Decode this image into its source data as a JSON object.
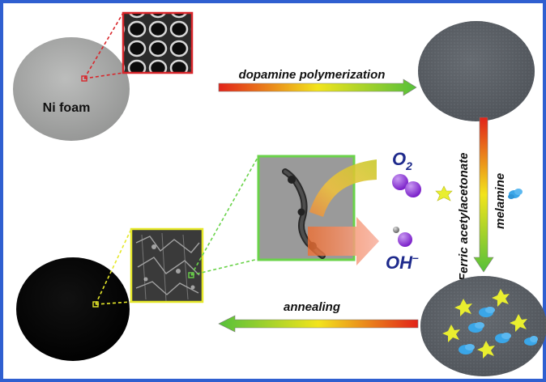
{
  "labels": {
    "ni_foam": "Ni foam",
    "step1": "dopamine polymerization",
    "reagent1": "Ferric acetylacetonate",
    "reagent2": "melamine",
    "step3": "annealing",
    "o2_main": "O",
    "o2_sub": "2",
    "oh_main": "OH",
    "oh_sup": "–"
  },
  "colors": {
    "frame_border": "#2f5fd0",
    "ni_foam_disk": "#a9aaa9",
    "coated_disk": "#5b6066",
    "annealed_disk": "#050505",
    "gradient_hot": "#e2231a",
    "gradient_mid": "#f2e41c",
    "gradient_cool": "#55c03a",
    "star": "#e9ee2f",
    "melamine_blob": "#3aa6e8",
    "inset_red_border": "#d9252a",
    "inset_yellow_border": "#e6e82a",
    "inset_green_border": "#6ad34a",
    "molecule_purple": "#8a2bd6",
    "product_arrow": "#f4a48a"
  },
  "icons": [
    "star-icon",
    "melamine-blob-icon",
    "o2-molecule-icon",
    "oh-molecule-icon"
  ]
}
